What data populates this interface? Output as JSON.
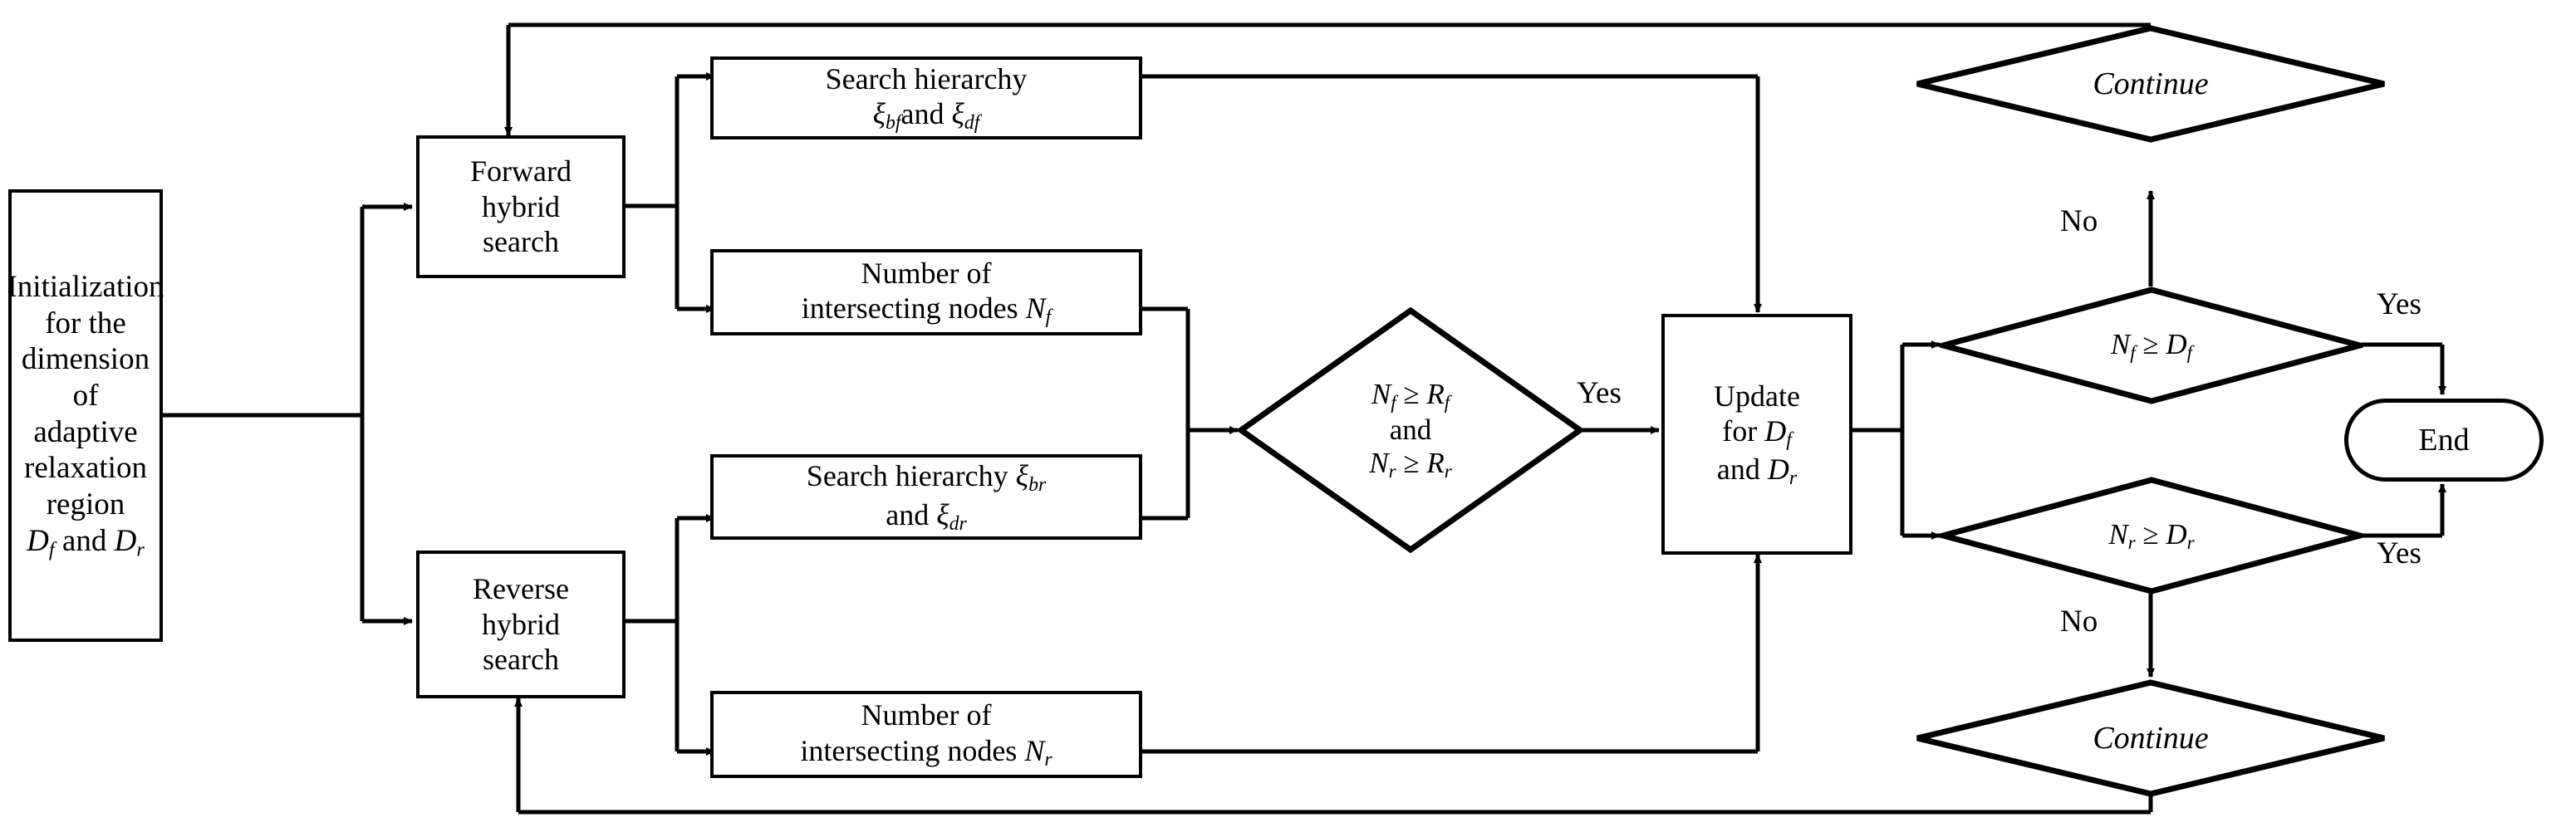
{
  "diagram": {
    "title": "Adaptive relaxation region bidirectional hybrid search flowchart",
    "type": "flowchart",
    "background_color": "#ffffff",
    "line_color": "#000000",
    "text_color": "#000000"
  },
  "nodes": {
    "initialization": {
      "shape": "rectangle",
      "label": "Initialization\nfor the\ndimension of\nadaptive\nrelaxation\nregion\nD_f and D_r",
      "line1": "Initialization",
      "line2": "for the",
      "line3": "dimension of",
      "line4": "adaptive",
      "line5": "relaxation",
      "line6": "region",
      "line7_prefix": "",
      "line7_var1": "D",
      "line7_sub1": "f",
      "line7_mid": " and ",
      "line7_var2": "D",
      "line7_sub2": "r"
    },
    "forward_hybrid_search": {
      "shape": "rectangle",
      "label": "Forward\nhybrid\nsearch"
    },
    "reverse_hybrid_search": {
      "shape": "rectangle",
      "label": "Reverse\nhybrid\nsearch"
    },
    "search_hierarchy_forward": {
      "shape": "rectangle",
      "line1": "Search hierarchy",
      "line2_var1": "ξ",
      "line2_sub1": "bf",
      "line2_mid": "and ",
      "line2_var2": "ξ",
      "line2_sub2": "df"
    },
    "search_hierarchy_reverse": {
      "shape": "rectangle",
      "line1_text": "Search hierarchy ",
      "line1_var": "ξ",
      "line1_sub": "br",
      "line2_text": "and ",
      "line2_var": "ξ",
      "line2_sub": "dr"
    },
    "intersecting_nodes_forward": {
      "shape": "rectangle",
      "line1": "Number of",
      "line2_text": "intersecting nodes ",
      "line2_var": "N",
      "line2_sub": "f"
    },
    "intersecting_nodes_reverse": {
      "shape": "rectangle",
      "line1": "Number of",
      "line2_text": "intersecting nodes ",
      "line2_var": "N",
      "line2_sub": "r"
    },
    "condition_main": {
      "shape": "diamond",
      "line1_var1": "N",
      "line1_sub1": "f",
      "line1_op": " ≥ ",
      "line1_var2": "R",
      "line1_sub2": "f",
      "line2": "and",
      "line3_var1": "N",
      "line3_sub1": "r",
      "line3_op": " ≥ ",
      "line3_var2": "R",
      "line3_sub2": "r"
    },
    "update": {
      "shape": "rectangle",
      "line1": "Update",
      "line2_text": "for ",
      "line2_var": "D",
      "line2_sub": "f",
      "line3_text": "and ",
      "line3_var": "D",
      "line3_sub": "r"
    },
    "continue_top": {
      "shape": "diamond",
      "label": "Continue",
      "style": "italic"
    },
    "continue_bottom": {
      "shape": "diamond",
      "label": "Continue",
      "style": "italic"
    },
    "condition_nf_df": {
      "shape": "diamond",
      "var1": "N",
      "sub1": "f",
      "op": " ≥ ",
      "var2": "D",
      "sub2": "f"
    },
    "condition_nr_dr": {
      "shape": "diamond",
      "var1": "N",
      "sub1": "r",
      "op": " ≥ ",
      "var2": "D",
      "sub2": "r"
    },
    "end": {
      "shape": "stadium",
      "label": "End"
    }
  },
  "edge_labels": {
    "yes_main": "Yes",
    "yes_nf": "Yes",
    "yes_nr": "Yes",
    "no_top": "No",
    "no_bottom": "No"
  }
}
